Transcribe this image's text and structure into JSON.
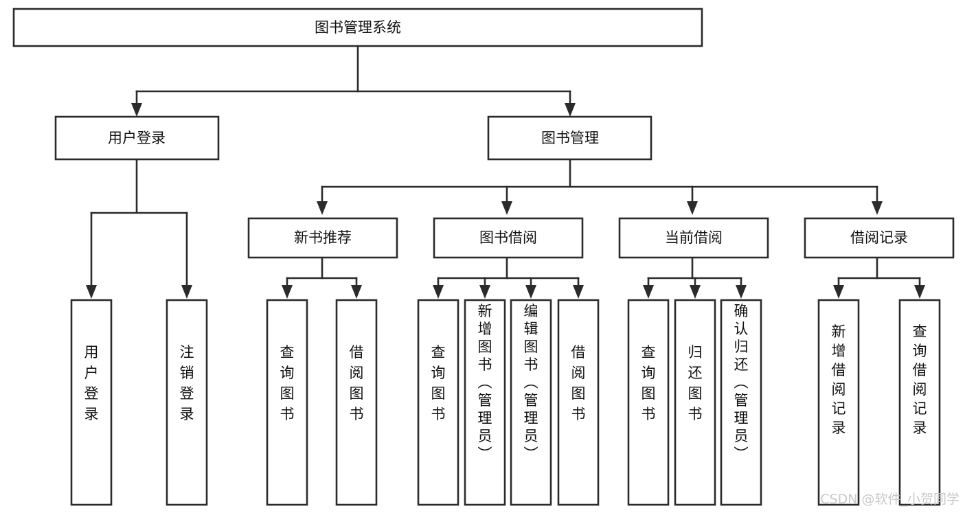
{
  "diagram": {
    "title": "图书管理系统",
    "type": "tree-hierarchy",
    "orientation": "top-down",
    "colors": {
      "box_stroke": "#2b2b2b",
      "box_fill": "#ffffff",
      "connector": "#2b2b2b",
      "text": "#111111",
      "watermark": "#c9c9c9",
      "background": "#ffffff"
    },
    "watermark": "CSDN @软件_小贺同学"
  },
  "nodes": {
    "root": {
      "label": "图书管理系统"
    },
    "level2": [
      {
        "id": "user-login",
        "label": "用户登录"
      },
      {
        "id": "book-manage",
        "label": "图书管理"
      }
    ],
    "level3": [
      {
        "id": "new-book-recommend",
        "label": "新书推荐"
      },
      {
        "id": "book-borrow",
        "label": "图书借阅"
      },
      {
        "id": "current-borrow",
        "label": "当前借阅"
      },
      {
        "id": "borrow-record",
        "label": "借阅记录"
      }
    ],
    "leaves": {
      "user-login": [
        {
          "id": "leaf-user-login",
          "label": "用户登录"
        },
        {
          "id": "leaf-user-logout",
          "label": "注销登录"
        }
      ],
      "new-book-recommend": [
        {
          "id": "leaf-query-book-1",
          "label": "查询图书"
        },
        {
          "id": "leaf-borrow-book-1",
          "label": "借阅图书"
        }
      ],
      "book-borrow": [
        {
          "id": "leaf-query-book-2",
          "label": "查询图书"
        },
        {
          "id": "leaf-add-book",
          "label": "新增图书（管理员）"
        },
        {
          "id": "leaf-edit-book",
          "label": "编辑图书（管理员）"
        },
        {
          "id": "leaf-borrow-book-2",
          "label": "借阅图书"
        }
      ],
      "current-borrow": [
        {
          "id": "leaf-query-book-3",
          "label": "查询图书"
        },
        {
          "id": "leaf-return-book",
          "label": "归还图书"
        },
        {
          "id": "leaf-confirm-return",
          "label": "确认归还（管理员）"
        }
      ],
      "borrow-record": [
        {
          "id": "leaf-add-record",
          "label": "新增借阅记录"
        },
        {
          "id": "leaf-query-record",
          "label": "查询借阅记录"
        }
      ]
    }
  }
}
